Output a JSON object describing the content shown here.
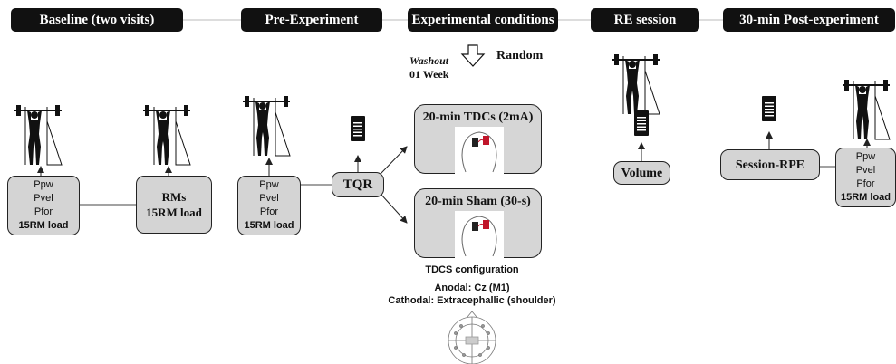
{
  "headers": {
    "baseline": "Baseline (two visits)",
    "pre_experiment": "Pre-Experiment",
    "experimental_conditions": "Experimental conditions",
    "re_session": "RE session",
    "post_experiment": "30-min Post-experiment"
  },
  "washout": {
    "label": "Washout",
    "duration": "01 Week"
  },
  "random_label": "Random",
  "baseline_box": {
    "line1": "Ppw",
    "line2": "Pvel",
    "line3": "Pfor",
    "line4": "15RM load"
  },
  "rms_box": {
    "title": "RMs",
    "subtitle": "15RM load"
  },
  "pre_box": {
    "line1": "Ppw",
    "line2": "Pvel",
    "line3": "Pfor",
    "line4": "15RM load"
  },
  "tqr_label": "TQR",
  "tdcs_condition": "20-min TDCs (2mA)",
  "sham_condition": "20-min Sham (30-s)",
  "tdcs_config": {
    "title": "TDCS configuration",
    "anodal": "Anodal: Cz (M1)",
    "cathodal": "Cathodal: Extracephallic (shoulder)"
  },
  "volume_label": "Volume",
  "session_rpe_label": "Session-RPE",
  "post_box": {
    "line1": "Ppw",
    "line2": "Pvel",
    "line3": "Pfor",
    "line4": "15RM load"
  },
  "colors": {
    "header_bg": "#111111",
    "box_fill": "#d4d4d4",
    "electrode_red": "#c0152a"
  },
  "icons": {
    "lifter": "squat-rack-lifter-icon",
    "document": "document-icon",
    "arrow": "hollow-down-arrow-icon",
    "eeg": "eeg-10-20-map-icon"
  }
}
